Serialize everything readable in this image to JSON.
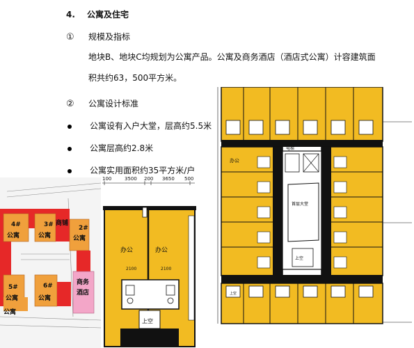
{
  "section": {
    "number": "4.",
    "title": "公寓及住宅"
  },
  "sub1": {
    "marker": "①",
    "title": "规模及指标"
  },
  "paragraph": {
    "line1": "地块B、地块C均规划为公寓产品。公寓及商务酒店（酒店式公寓）计容建筑面",
    "line2": "积共约63，500平方米。"
  },
  "sub2": {
    "marker": "②",
    "title": "公寓设计标准"
  },
  "bullets": [
    "公寓设有入户大堂，层高约5.5米",
    "公寓层高约2.8米",
    "公寓实用面积约35平方米/户"
  ],
  "site_plan": {
    "labels": [
      "4#",
      "公寓",
      "3#",
      "公寓",
      "商铺",
      "2#",
      "公寓",
      "5#",
      "公寓",
      "6#",
      "公寓",
      "商务",
      "酒店",
      "公寓"
    ]
  },
  "unit_plan": {
    "dims": [
      "100",
      "3500",
      "200",
      "3650",
      "500"
    ],
    "rooms": [
      "办公",
      "办公"
    ],
    "room_tag": "2100",
    "stair_label": "上空"
  },
  "floor_plan": {
    "lobby_label": "首层大堂",
    "stair_label": "上空",
    "room_label": "办公",
    "small_label": "上空",
    "lift_label": "电梯"
  },
  "colors": {
    "unit_fill": "#f2bb22",
    "site_orange": "#f0a03c",
    "site_red": "#e62828",
    "site_pink": "#f3a6c8",
    "wall": "#111111"
  }
}
